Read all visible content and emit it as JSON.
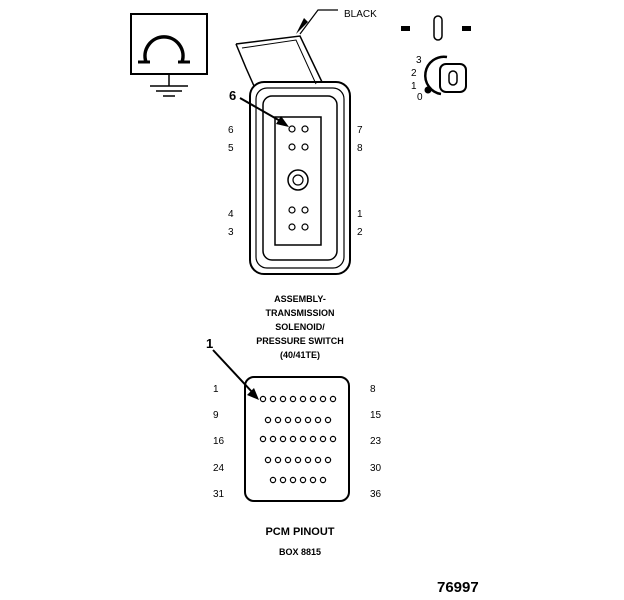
{
  "symbol_ohm": "ohmmeter-symbol",
  "ignition": {
    "positions": [
      "3",
      "2",
      "1",
      "0"
    ],
    "icon": "ignition-key-icon"
  },
  "wire_color": "BLACK",
  "connector": {
    "callout": "6",
    "left_pins": [
      "6",
      "5",
      "4",
      "3"
    ],
    "right_pins": [
      "7",
      "8",
      "1",
      "2"
    ],
    "caption": [
      "ASSEMBLY-",
      "TRANSMISSION",
      "SOLENOID/",
      "PRESSURE SWITCH",
      "(40/41TE)"
    ]
  },
  "pcm": {
    "callout": "1",
    "left_pins": [
      "1",
      "9",
      "16",
      "24",
      "31"
    ],
    "right_pins": [
      "8",
      "15",
      "23",
      "30",
      "36"
    ],
    "title": "PCM PINOUT",
    "subtitle": "BOX 8815"
  },
  "figure_number": "76997"
}
